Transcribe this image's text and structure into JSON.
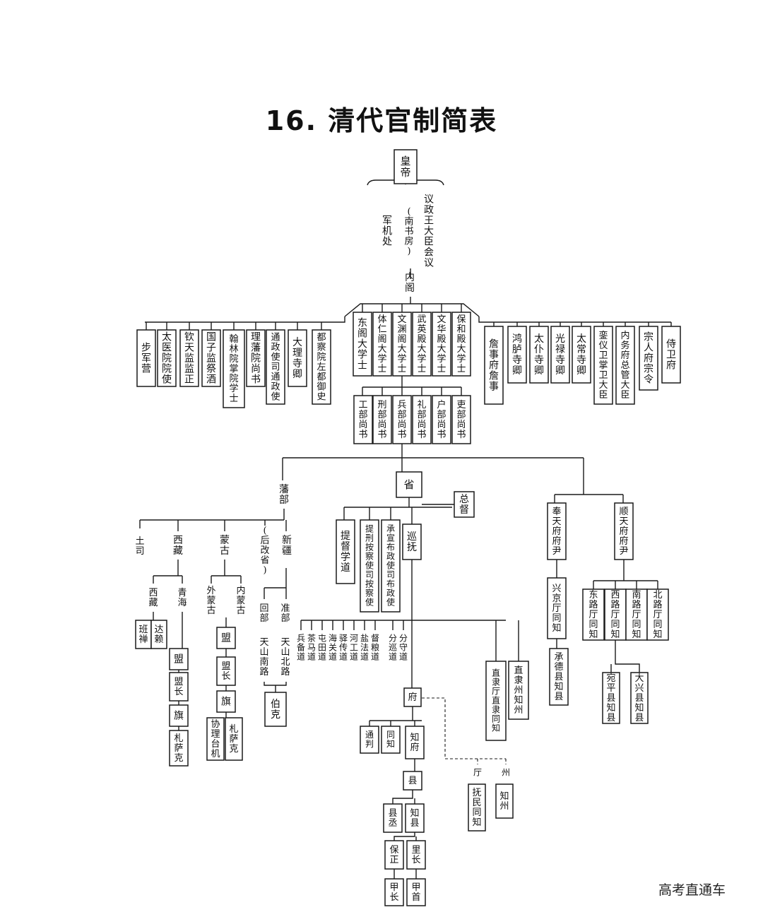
{
  "title": "16. 清代官制简表",
  "watermark": "高考直通车",
  "nodes": {
    "emperor": "皇帝",
    "junjichu": "军机处",
    "nanshufang": "(南书房)",
    "yizheng": "议政王大臣会议",
    "neige": "内阁",
    "bujun": "步军营",
    "taiyi": "太医院院使",
    "qintian": "钦天监监正",
    "guozi": "国子监祭酒",
    "hanlin": "翰林院掌院学士",
    "lifan": "理藩院尚书",
    "tongzheng": "通政使司通政使",
    "dali": "大理寺卿",
    "duchayuan": "都察院左都御史",
    "dongge": "东阁大学士",
    "tiren": "体仁阁大学士",
    "wenyuan": "文渊阁大学士",
    "wuying": "武英殿大学士",
    "wenhua": "文华殿大学士",
    "baohe": "保和殿大学士",
    "zhanshi": "詹事府詹事",
    "honglu": "鸿胪寺卿",
    "taipu": "太仆寺卿",
    "guanglu": "光禄寺卿",
    "taichang": "太常寺卿",
    "luanyi": "銮仪卫掌卫大臣",
    "neiwu": "内务府总管大臣",
    "zongren": "宗人府宗令",
    "shiwei": "侍卫府",
    "gongbu": "工部尚书",
    "xingbu": "刑部尚书",
    "bingbu": "兵部尚书",
    "libu_rites": "礼部尚书",
    "hubu": "户部尚书",
    "libu_office": "吏部尚书",
    "sheng": "省",
    "fanbu": "藩部",
    "zongdu": "总督",
    "tusi": "土司",
    "xizang_tibet": "西藏",
    "menggu": "蒙古",
    "xinjiang_gai": "(后改省)",
    "xinjiang": "新疆",
    "xizang": "西藏",
    "qinghai": "青海",
    "waimeng": "外蒙古",
    "neimeng": "内蒙古",
    "banchan": "班禅",
    "dalai": "达赖",
    "meng_a": "盟",
    "mengzhang_a": "盟长",
    "qi_a": "旗",
    "zhasake_a": "札萨克",
    "meng_b": "盟",
    "mengzhang_b": "盟长",
    "qi_b": "旗",
    "xieli": "协理台机",
    "zhasake_b": "札萨克",
    "huibu": "回部",
    "zhunbu": "准部",
    "tianshan_nan": "天山南路",
    "tianshan_bei": "天山北路",
    "boke": "伯克",
    "tidu": "提督学道",
    "tixing": "提刑按察使司按察使",
    "chengxuan": "承宣布政使司布政使",
    "xunfu": "巡抚",
    "bingbeidao": "兵备道",
    "chamadao": "茶马道",
    "tuntiandao": "屯田道",
    "haiguandao": "海关道",
    "yichuandao": "驿传道",
    "hegongdao": "河工道",
    "yanfadao": "盐法道",
    "duliangdao": "督粮道",
    "fenxundao": "分巡道",
    "fenshoudao": "分守道",
    "zhilizhou": "直隶州知州",
    "zhiliting": "直隶厅直隶同知",
    "fu": "府",
    "tongpan": "通判",
    "tongzhi": "同知",
    "zhifu": "知府",
    "ting": "厅",
    "zhou": "州",
    "fumin": "抚民同知",
    "zhizhou": "知州",
    "xian": "县",
    "xiancheng": "县丞",
    "zhixian": "知县",
    "baozheng": "保正",
    "lizhang": "里长",
    "jiazhang": "甲长",
    "jiashou": "甲首",
    "fengtian": "奉天府府尹",
    "shuntian": "顺天府府尹",
    "xingjing": "兴京厅同知",
    "chengde": "承德县知县",
    "donglu": "东路厅同知",
    "xilu": "西路厅同知",
    "nanlu": "南路厅同知",
    "beilu": "北路厅同知",
    "wanping": "宛平县知县",
    "daxing": "大兴县知县"
  }
}
